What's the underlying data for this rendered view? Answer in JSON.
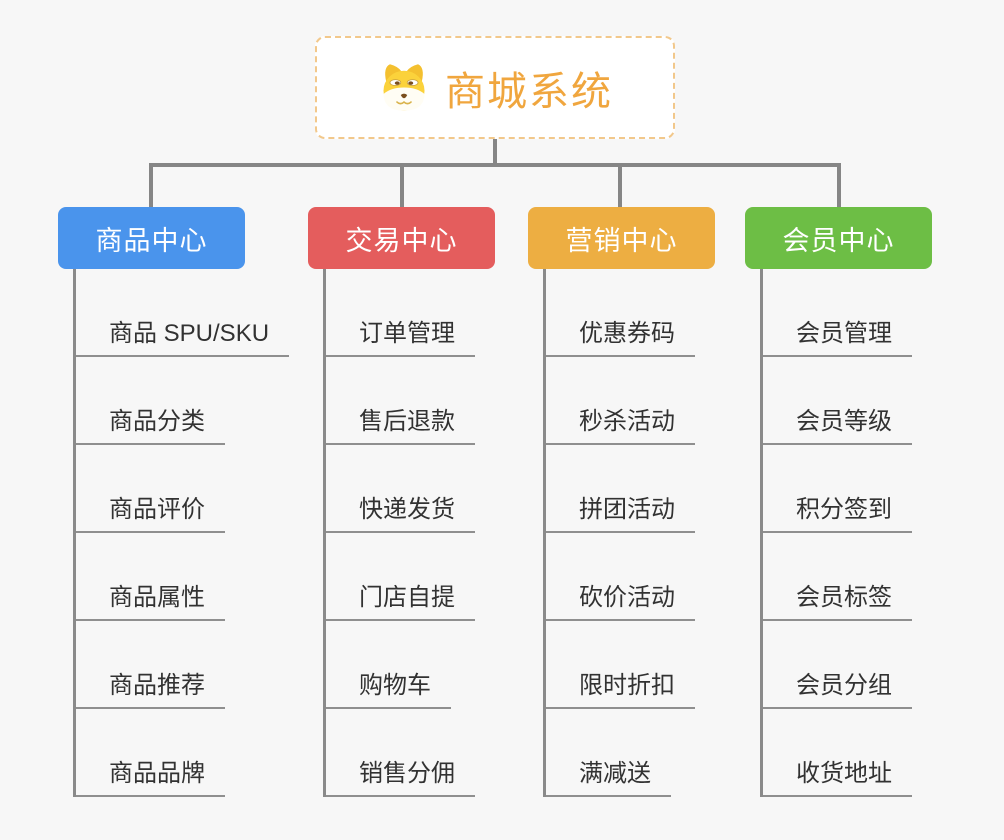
{
  "canvas": {
    "background": "#f7f7f7",
    "connector_color": "#868686"
  },
  "root": {
    "title": "商城系统",
    "icon": "shiba-dog-icon",
    "text_color": "#f0a63e",
    "border_color": "#f2c88b"
  },
  "branches": [
    {
      "label": "商品中心",
      "color": "#4a94ec",
      "children": [
        "商品 SPU/SKU",
        "商品分类",
        "商品评价",
        "商品属性",
        "商品推荐",
        "商品品牌"
      ]
    },
    {
      "label": "交易中心",
      "color": "#e45d5d",
      "children": [
        "订单管理",
        "售后退款",
        "快递发货",
        "门店自提",
        "购物车",
        "销售分佣"
      ]
    },
    {
      "label": "营销中心",
      "color": "#edae42",
      "children": [
        "优惠券码",
        "秒杀活动",
        "拼团活动",
        "砍价活动",
        "限时折扣",
        "满减送"
      ]
    },
    {
      "label": "会员中心",
      "color": "#6dbe45",
      "children": [
        "会员管理",
        "会员等级",
        "积分签到",
        "会员标签",
        "会员分组",
        "收货地址"
      ]
    }
  ]
}
